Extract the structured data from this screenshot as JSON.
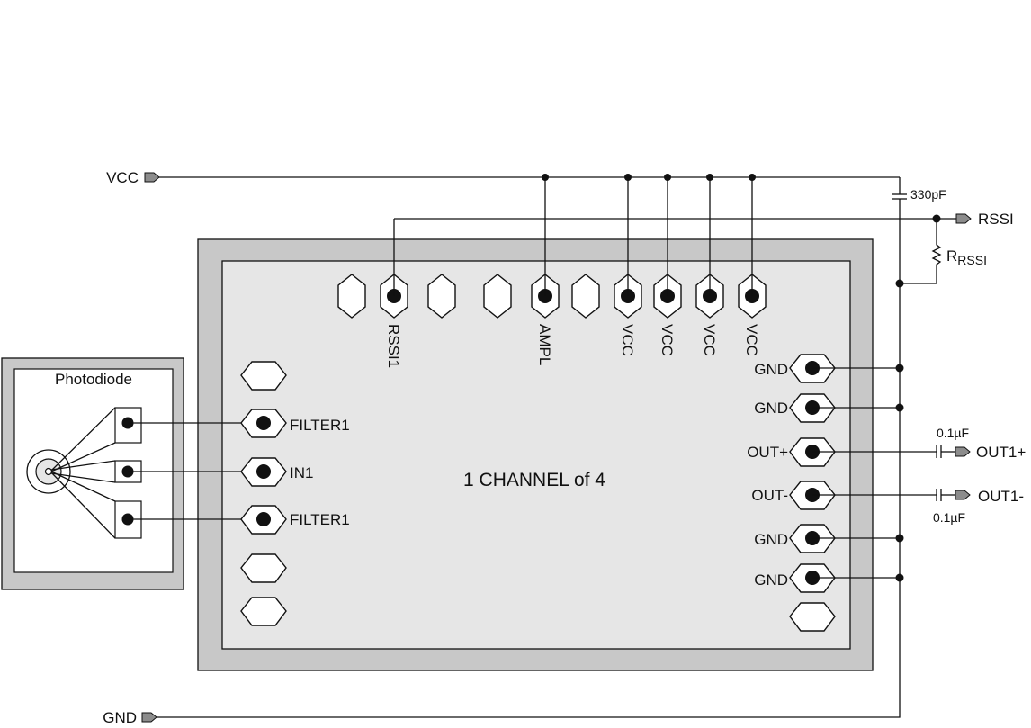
{
  "module": {
    "center_label": "1 CHANNEL of 4"
  },
  "photodiode": {
    "label": "Photodiode"
  },
  "top_pins": [
    "RSSI1",
    "AMPL",
    "VCC",
    "VCC",
    "VCC",
    "VCC"
  ],
  "left_pins": [
    "FILTER1",
    "IN1",
    "FILTER1"
  ],
  "right_pins": [
    "GND",
    "GND",
    "OUT+",
    "OUT-",
    "GND",
    "GND"
  ],
  "nets": {
    "vcc": "VCC",
    "gnd": "GND",
    "rssi": "RSSI",
    "out_pos": "OUT1+",
    "out_neg": "OUT1-"
  },
  "components": {
    "cap_supply": "330pF",
    "cap_out_pos": "0.1µF",
    "cap_out_neg": "0.1µF",
    "resistor_main": "R",
    "resistor_sub": "RSSI"
  },
  "colors": {
    "outer_frame": "#c8c8c8",
    "inner_body": "#e6e6e6",
    "arrow_fill": "#8c8c8c"
  }
}
